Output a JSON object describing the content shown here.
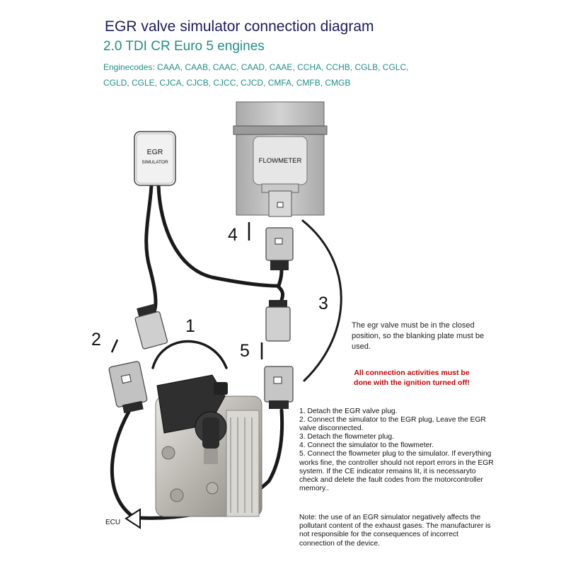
{
  "header": {
    "title": "EGR valve simulator connection diagram",
    "subtitle": "2.0 TDI CR Euro 5 engines",
    "engine_codes_line1": "Enginecodes: CAAA, CAAB, CAAC, CAAD, CAAE, CCHA, CCHB, CGLB, CGLC,",
    "engine_codes_line2": "CGLD, CGLE, CJCA, CJCB, CJCC, CJCD, CMFA, CMFB, CMGB"
  },
  "components": {
    "simulator_line1": "EGR",
    "simulator_line2": "SIMULATOR",
    "flowmeter": "FLOWMETER",
    "ecu": "ECU"
  },
  "callouts": {
    "n1": "1",
    "n2": "2",
    "n3": "3",
    "n4": "4",
    "n5": "5"
  },
  "notes": {
    "valve_position": "The egr valve must be in the closed position, so the blanking plate must be used.",
    "warning": "All connection activities must be done with the ignition turned off!",
    "steps": [
      "1. Detach the EGR valve plug.",
      "2. Connect the simulator to the EGR plug, Leave the EGR valve disconnected.",
      "3. Detach the flowmeter plug.",
      "4. Connect the simulator to the flowmeter.",
      "5. Connect the flowmeter plug to the simulator. If everything works fine, the controller should not report errors in the EGR system. If the CE indicator remains lit, it is necessaryto check and delete the fault codes from the motorcontroller memory.."
    ],
    "disclaimer": "Note: the use of an EGR simulator negatively affects the pollutant content of the exhaust gases. The manufacturer is not responsible for the consequences of incorrect connection of the device."
  },
  "colors": {
    "title": "#1c1a5e",
    "subtitle": "#1f8f86",
    "warning": "#cc0000",
    "cable": "#1a1a1a"
  }
}
